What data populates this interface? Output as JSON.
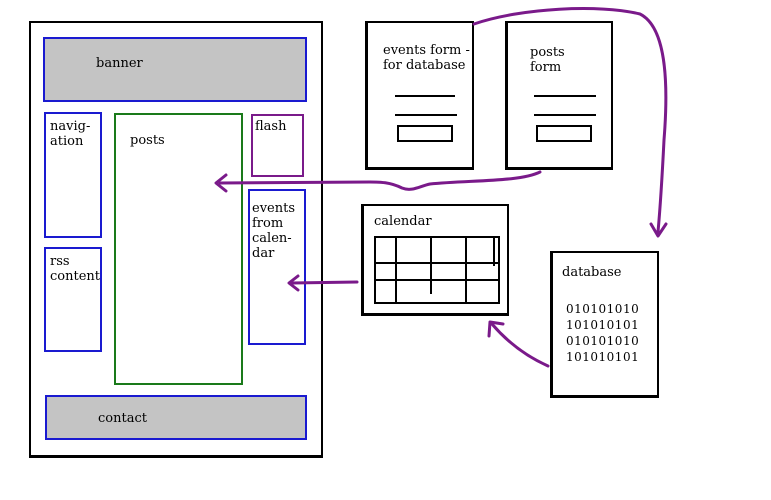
{
  "layout": {
    "banner": "banner",
    "navigation": "navig-\nation",
    "posts": "posts",
    "flash": "flash",
    "events_from_calendar": "events\nfrom\ncalen-\ndar",
    "rss_content": "rss\ncontent",
    "contact": "contact"
  },
  "events_form": {
    "title": "events form -\nfor database"
  },
  "posts_form": {
    "title": "posts\nform"
  },
  "calendar": {
    "title": "calendar"
  },
  "database": {
    "title": "database",
    "binary": [
      "010101010",
      "101010101",
      "010101010",
      "101010101"
    ]
  },
  "colors": {
    "blue": "#1a1ad0",
    "green": "#1a7a1a",
    "purple": "#7a1a8a",
    "gray": "#c4c4c4"
  }
}
